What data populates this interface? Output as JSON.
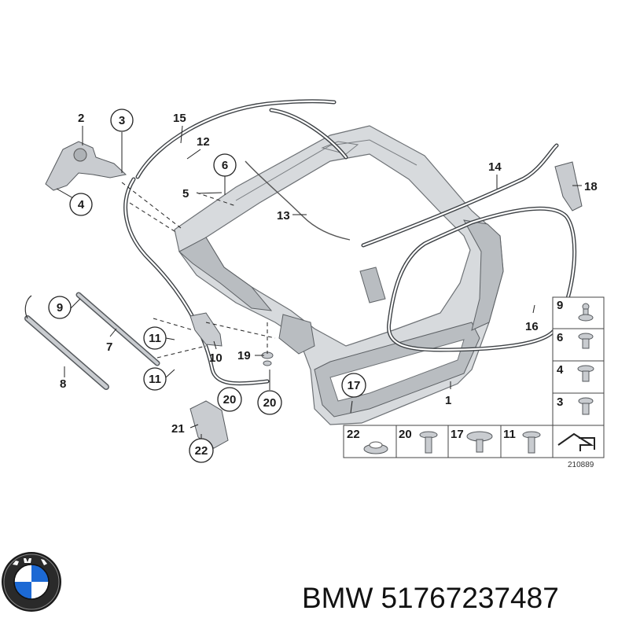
{
  "diagram": {
    "callouts": {
      "c1": "1",
      "c2": "2",
      "c3": "3",
      "c4": "4",
      "c5": "5",
      "c6": "6",
      "c7": "7",
      "c8": "8",
      "c9": "9",
      "c10": "10",
      "c11a": "11",
      "c11b": "11",
      "c12": "12",
      "c13": "13",
      "c14": "14",
      "c15": "15",
      "c16": "16",
      "c17": "17",
      "c18": "18",
      "c19": "19",
      "c20a": "20",
      "c20b": "20",
      "c21": "21",
      "c22": "22"
    },
    "fastener_table_right": [
      "9",
      "6",
      "4",
      "3"
    ],
    "fastener_table_bottom": [
      "22",
      "20",
      "17",
      "11"
    ],
    "drawing_number": "210889"
  },
  "footer": {
    "brand": "BMW",
    "part_number": "51767237487"
  },
  "colors": {
    "frame": "#d7dadd",
    "line": "#222222",
    "logo_blue": "#1c69d4"
  },
  "icons": [
    "bmw-logo-icon"
  ]
}
